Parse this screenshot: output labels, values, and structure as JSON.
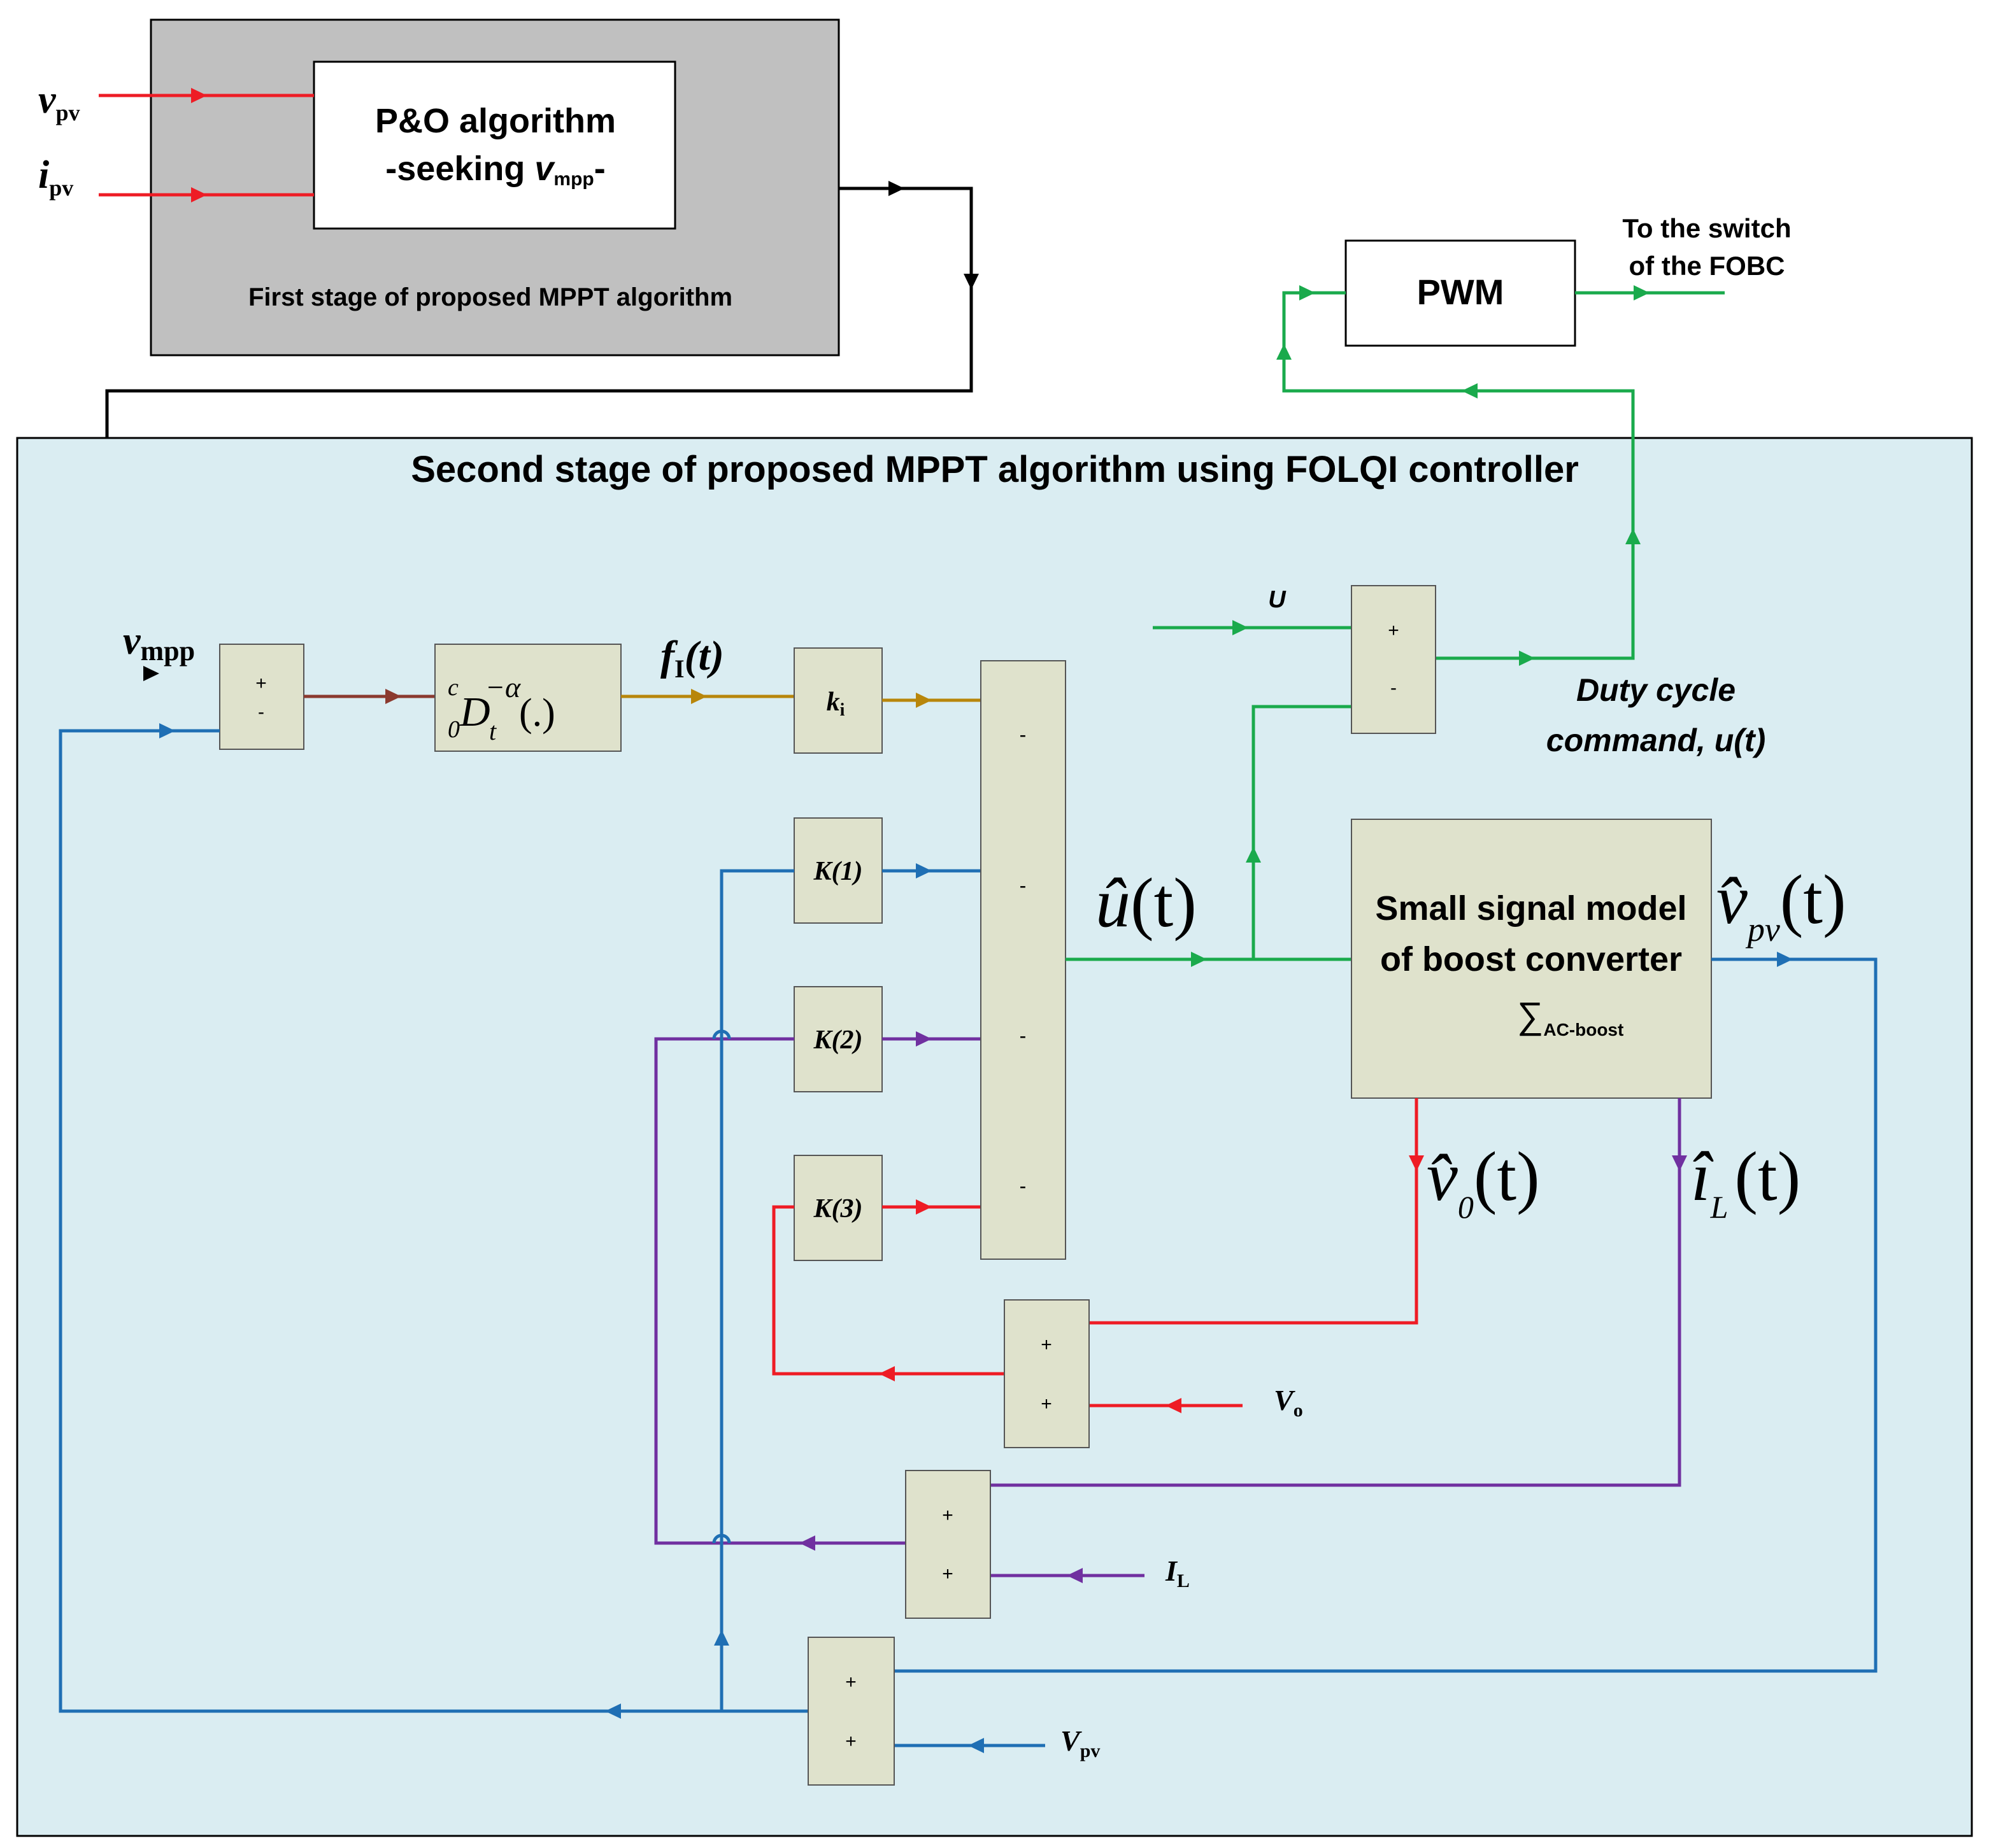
{
  "colors": {
    "red": "#ee1c25",
    "blue": "#1f6fb4",
    "green": "#1aaa4c",
    "purple": "#7030a0",
    "brown": "#8b3a2f",
    "gold": "#b8860b",
    "black": "#000000",
    "block_fill": "#dfe2cc",
    "stage1_fill": "#c0c0c0",
    "stage2_fill": "#daedf2"
  },
  "stage1": {
    "caption": "First stage of proposed MPPT algorithm",
    "po_line1": "P&O algorithm",
    "po_line2_prefix": "-seeking ",
    "po_line2_var": "v",
    "po_line2_sub": "mpp",
    "po_line2_suffix": "-",
    "input_v": "v",
    "input_v_sub": "pv",
    "input_i": "i",
    "input_i_sub": "pv"
  },
  "stage2": {
    "title": "Second stage of proposed MPPT algorithm using FOLQI controller"
  },
  "pwm": {
    "label": "PWM",
    "output_line1": "To the switch",
    "output_line2": "of the FOBC"
  },
  "labels": {
    "vmpp": "v",
    "vmpp_sub": "mpp",
    "fI": "f",
    "fI_sub": "I",
    "fI_arg": "(t)",
    "ki": "k",
    "ki_sub": "i",
    "K1": "K(1)",
    "K2": "K(2)",
    "K3": "K(3)",
    "U": "U",
    "duty_line1": "Duty cycle",
    "duty_line2": "command, u(t)",
    "u_hat": "û",
    "u_hat_arg": "(t)",
    "model_line1": "Small signal model",
    "model_line2": "of boost converter",
    "model_sigma": "∑",
    "model_sigma_sub": "AC-boost",
    "vpv_hat": "v̂",
    "vpv_hat_sub": "pv",
    "vpv_hat_arg": "(t)",
    "v0_hat": "v̂",
    "v0_hat_sub": "0",
    "v0_hat_arg": "(t)",
    "iL_hat": "î",
    "iL_hat_sub": "L",
    "iL_hat_arg": "(t)",
    "Vo": "V",
    "Vo_sub": "o",
    "IL": "I",
    "IL_sub": "L",
    "Vpv": "V",
    "Vpv_sub": "pv",
    "plus": "+",
    "minus": "-",
    "frac_op_c": "c",
    "frac_op_0": "0",
    "frac_op_D": "D",
    "frac_op_t": "t",
    "frac_op_alpha": "−α",
    "frac_op_arg": "(.)"
  }
}
